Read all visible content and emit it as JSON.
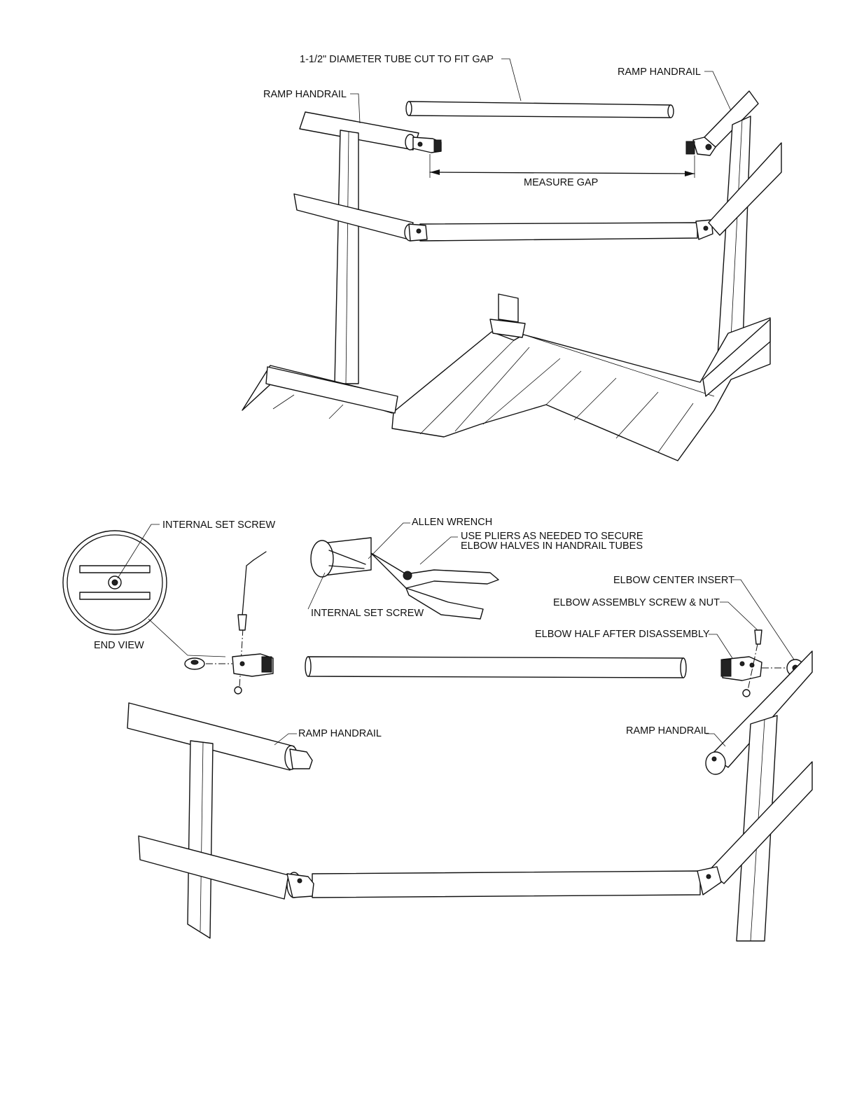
{
  "figure_top": {
    "tube_label": "1-1/2\" DIAMETER TUBE CUT TO FIT GAP",
    "left_handrail_label": "RAMP HANDRAIL",
    "right_handrail_label": "RAMP HANDRAIL",
    "measure_label": "MEASURE GAP"
  },
  "figure_bottom": {
    "internal_set_screw_label": "INTERNAL SET SCREW",
    "end_view_label": "END VIEW",
    "allen_wrench_label": "ALLEN WRENCH",
    "pliers_note_line1": "USE PLIERS AS NEEDED TO SECURE",
    "pliers_note_line2": "ELBOW HALVES IN HANDRAIL TUBES",
    "internal_set_screw_label_2": "INTERNAL SET SCREW",
    "elbow_center_insert_label": "ELBOW CENTER INSERT",
    "elbow_screw_nut_label": "ELBOW ASSEMBLY SCREW & NUT",
    "elbow_half_label": "ELBOW HALF AFTER DISASSEMBLY",
    "left_handrail_label": "RAMP HANDRAIL",
    "right_handrail_label": "RAMP HANDRAIL"
  }
}
